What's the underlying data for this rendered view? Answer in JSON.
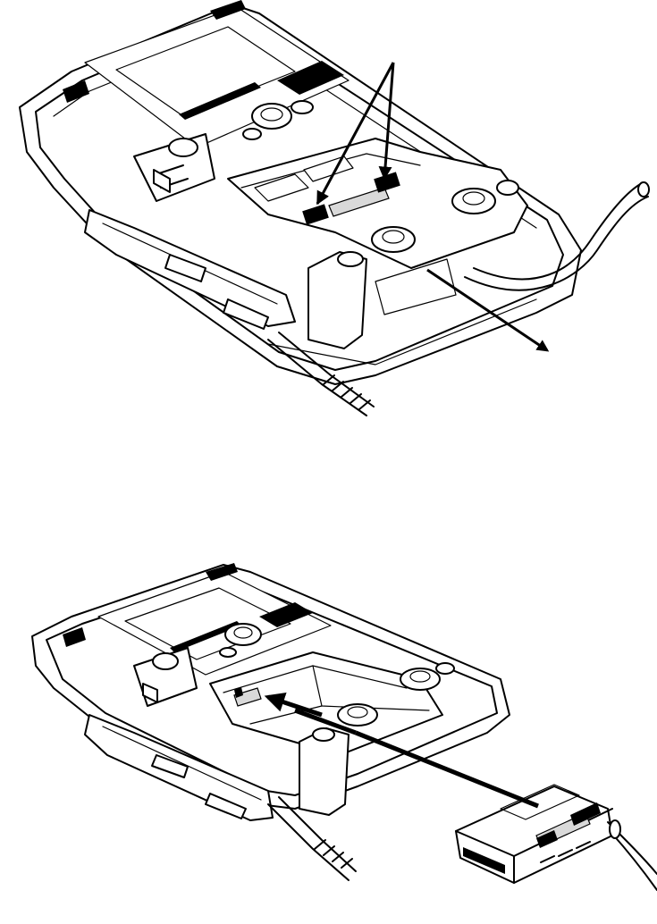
{
  "figure": {
    "panels": [
      {
        "name": "step-1",
        "description_kind": "remove-battery-cover"
      },
      {
        "name": "step-2",
        "description_kind": "insert-battery-module"
      }
    ],
    "colors": {
      "line": "#000000",
      "background": "#ffffff",
      "shade": "#d9d9d9"
    }
  }
}
